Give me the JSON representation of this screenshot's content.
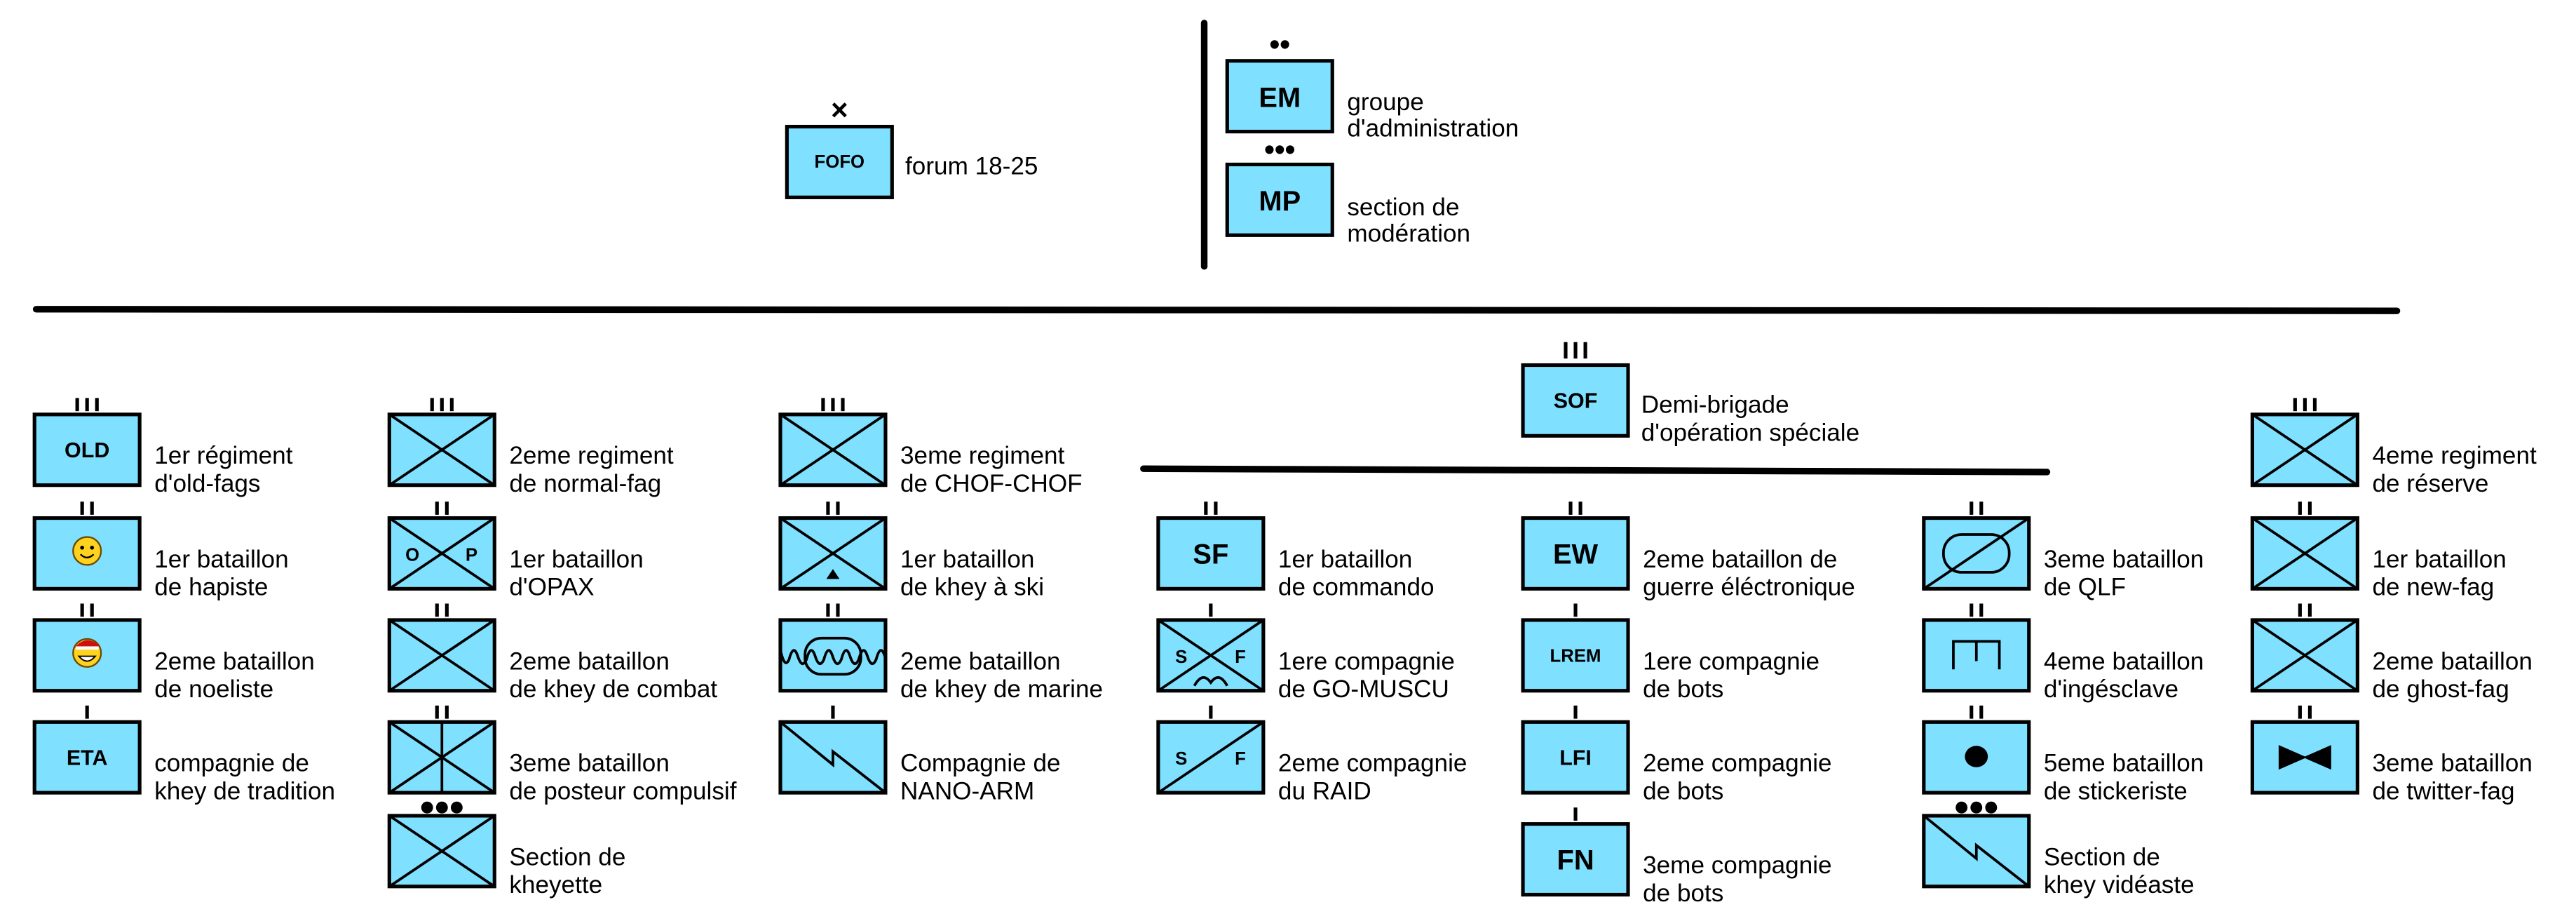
{
  "colors": {
    "unit_fill": "#80e0ff",
    "stroke": "#000000",
    "background": "#ffffff"
  },
  "top": {
    "forum": {
      "abbr": "FOFO",
      "echelon": "×",
      "label": [
        "forum 18-25"
      ]
    },
    "staff": [
      {
        "abbr": "EM",
        "echelon": "••",
        "label": [
          "groupe",
          "d'administration"
        ]
      },
      {
        "abbr": "MP",
        "echelon": "•••",
        "label": [
          "section de",
          "modération"
        ]
      }
    ]
  },
  "sof": {
    "abbr": "SOF",
    "echelon": "III",
    "label": [
      "Demi-brigade",
      "d'opération spéciale"
    ]
  },
  "columns": [
    {
      "units": [
        {
          "symbol": "text",
          "abbr": "OLD",
          "echelon": "III",
          "label": [
            "1er régiment",
            "d'old-fags"
          ]
        },
        {
          "symbol": "smiley-icon",
          "echelon": "II",
          "label": [
            "1er bataillon",
            "de hapiste"
          ]
        },
        {
          "symbol": "santa-smiley-icon",
          "echelon": "II",
          "label": [
            "2eme bataillon",
            "de noeliste"
          ]
        },
        {
          "symbol": "text",
          "abbr": "ETA",
          "echelon": "I",
          "label": [
            "compagnie de",
            "khey de tradition"
          ]
        }
      ]
    },
    {
      "units": [
        {
          "symbol": "infantry-cross-icon",
          "echelon": "III",
          "label": [
            "2eme regiment",
            "de normal-fag"
          ]
        },
        {
          "symbol": "infantry-op-icon",
          "echelon": "II",
          "letters": [
            "O",
            "P"
          ],
          "label": [
            "1er bataillon",
            "d'OPAX"
          ]
        },
        {
          "symbol": "infantry-cross-icon",
          "echelon": "II",
          "label": [
            "2eme bataillon",
            "de khey de combat"
          ]
        },
        {
          "symbol": "infantry-split-icon",
          "echelon": "II",
          "label": [
            "3eme bataillon",
            "de posteur compulsif"
          ]
        },
        {
          "symbol": "infantry-cross-icon",
          "echelon": "•••",
          "label": [
            "Section de",
            "kheyette"
          ]
        }
      ]
    },
    {
      "units": [
        {
          "symbol": "infantry-cross-icon",
          "echelon": "III",
          "label": [
            "3eme regiment",
            "de CHOF-CHOF"
          ]
        },
        {
          "symbol": "mountain-infantry-icon",
          "echelon": "II",
          "label": [
            "1er bataillon",
            "de khey à ski"
          ]
        },
        {
          "symbol": "amphibious-icon",
          "echelon": "II",
          "label": [
            "2eme bataillon",
            "de khey de marine"
          ]
        },
        {
          "symbol": "signal-lightning-icon",
          "echelon": "I",
          "label": [
            "Compagnie de",
            "NANO-ARM"
          ]
        }
      ]
    },
    {
      "units": [
        {
          "symbol": "text",
          "abbr": "SF",
          "echelon": "II",
          "label": [
            "1er bataillon",
            "de commando"
          ]
        },
        {
          "symbol": "sf-airborne-infantry-icon",
          "echelon": "I",
          "letters": [
            "S",
            "F"
          ],
          "label": [
            "1ere compagnie",
            "de GO-MUSCU"
          ]
        },
        {
          "symbol": "sf-diagonal-icon",
          "echelon": "I",
          "letters": [
            "S",
            "F"
          ],
          "label": [
            "2eme compagnie",
            "du RAID"
          ]
        }
      ]
    },
    {
      "units": [
        {
          "symbol": "text",
          "abbr": "EW",
          "echelon": "II",
          "label": [
            "2eme bataillon de",
            "guerre éléctronique"
          ]
        },
        {
          "symbol": "text",
          "abbr": "LREM",
          "echelon": "I",
          "label": [
            "1ere compagnie",
            "de bots"
          ]
        },
        {
          "symbol": "text",
          "abbr": "LFI",
          "echelon": "I",
          "label": [
            "2eme compagnie",
            "de bots"
          ]
        },
        {
          "symbol": "text",
          "abbr": "FN",
          "echelon": "I",
          "label": [
            "3eme compagnie",
            "de bots"
          ]
        }
      ]
    },
    {
      "units": [
        {
          "symbol": "armored-diagonal-icon",
          "echelon": "II",
          "label": [
            "3eme bataillon",
            "de QLF"
          ]
        },
        {
          "symbol": "engineer-icon",
          "echelon": "II",
          "label": [
            "4eme bataillon",
            "d'ingésclave"
          ]
        },
        {
          "symbol": "artillery-dot-icon",
          "echelon": "II",
          "label": [
            "5eme bataillon",
            "de stickeriste"
          ]
        },
        {
          "symbol": "signal-lightning-icon",
          "echelon": "•••",
          "label": [
            "Section de",
            "khey vidéaste"
          ]
        }
      ]
    },
    {
      "units": [
        {
          "symbol": "infantry-cross-icon",
          "echelon": "III",
          "label": [
            "4eme regiment",
            "de réserve"
          ]
        },
        {
          "symbol": "infantry-cross-icon",
          "echelon": "II",
          "label": [
            "1er bataillon",
            "de new-fag"
          ]
        },
        {
          "symbol": "infantry-cross-icon",
          "echelon": "II",
          "label": [
            "2eme bataillon",
            "de ghost-fag"
          ]
        },
        {
          "symbol": "bowtie-icon",
          "echelon": "II",
          "label": [
            "3eme bataillon",
            "de twitter-fag"
          ]
        }
      ]
    }
  ]
}
